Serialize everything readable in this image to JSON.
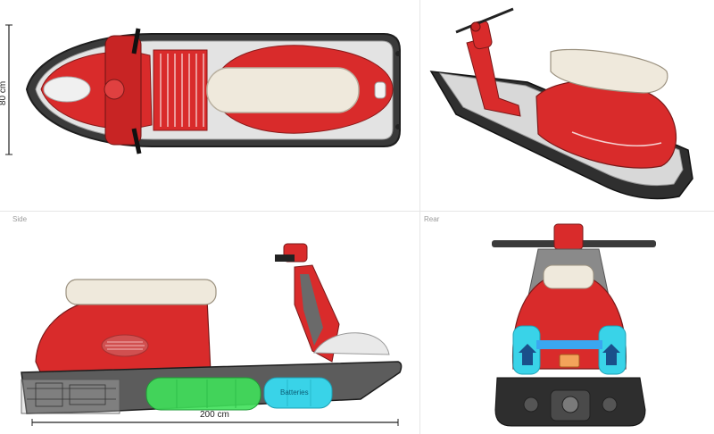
{
  "views": {
    "top": {
      "dimension": "80 cm"
    },
    "side": {
      "label": "Side",
      "dimension": "200 cm",
      "components": {
        "batteries": "Batteries"
      }
    },
    "rear": {
      "label": "Rear"
    }
  },
  "colors": {
    "body_red": "#d92b2b",
    "body_red_light": "#ef6a6a",
    "seat_cream": "#efe9dc",
    "hull_dark": "#2e2e2e",
    "hull_mid": "#6b6b6b",
    "deck_grey": "#dcdcdc",
    "motor_green": "#3fe05a",
    "battery_cyan": "#39d3e8",
    "battery_blue": "#3aa7f0"
  }
}
